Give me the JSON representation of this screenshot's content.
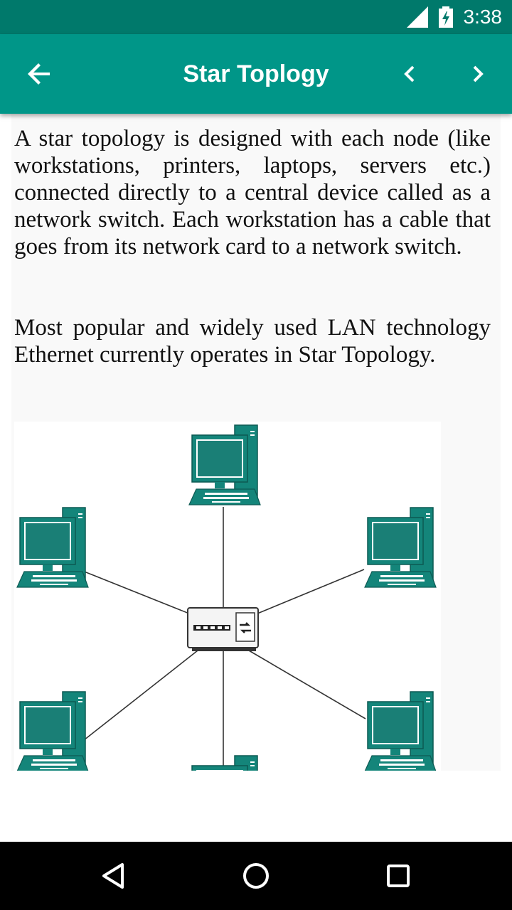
{
  "status_bar": {
    "time": "3:38",
    "icons": [
      "signal-icon",
      "battery-charging-icon"
    ]
  },
  "app_bar": {
    "title": "Star Toplogy",
    "icons": [
      "back-arrow-icon",
      "chevron-left-icon",
      "chevron-right-icon"
    ]
  },
  "content": {
    "paragraph_1": "A star topology is designed with each node (like workstations, printers, laptops, servers etc.) connected directly to a central device called as a network switch. Each workstation has a cable that goes from its network card to a network switch.",
    "paragraph_2": "Most popular and widely used LAN technology Ethernet currently operates in Star Topology."
  },
  "diagram": {
    "image": "star-topology-diagram",
    "nodes": 6,
    "center": "network-switch"
  },
  "nav_bar": {
    "icons": [
      "back-triangle-icon",
      "home-circle-icon",
      "recents-square-icon"
    ]
  },
  "colors": {
    "status_bar": "#00796b",
    "app_bar": "#009688",
    "computer": "#14857a",
    "screen": "#1a7f76"
  }
}
